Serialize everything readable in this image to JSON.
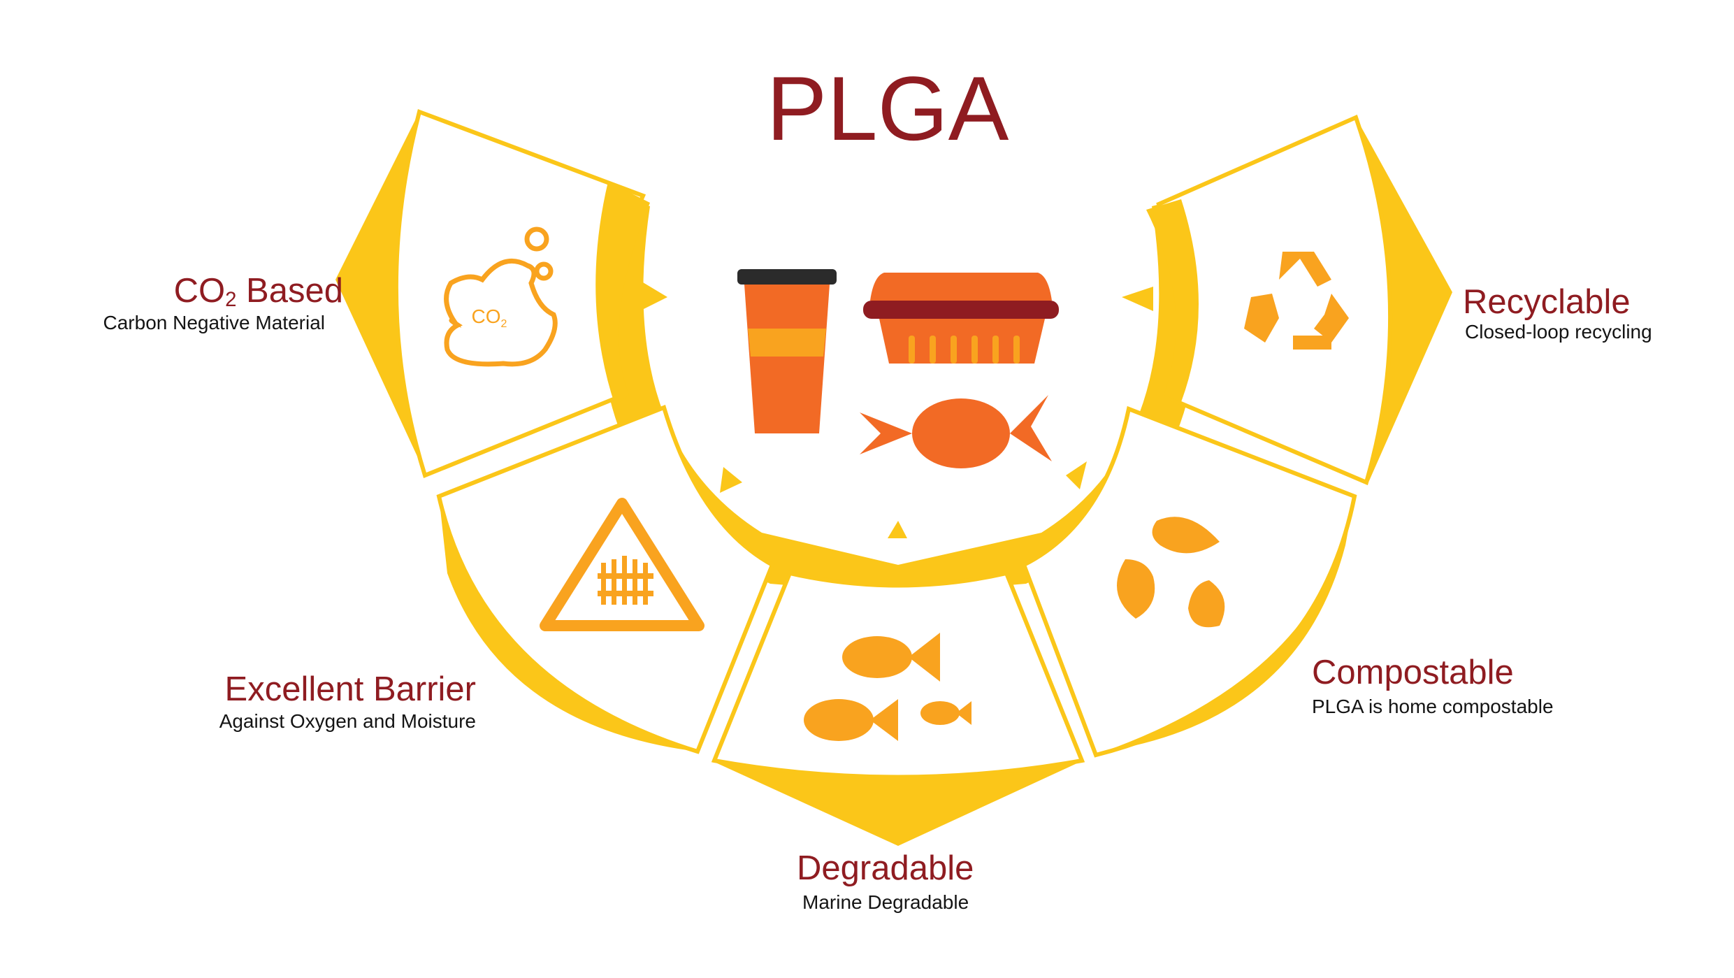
{
  "title": "PLGA",
  "colors": {
    "yellow": "#fbc619",
    "orange": "#f26a25",
    "amber": "#f9a31f",
    "dark_red": "#8f1c21",
    "text": "#141414"
  },
  "features": [
    {
      "title_main": "CO",
      "title_sub": "2",
      "title_rest": " Based",
      "subtitle": "Carbon Negative Material",
      "icon": "co2-cloud-icon",
      "icon_text_main": "CO",
      "icon_text_sub": "2"
    },
    {
      "title": "Excellent Barrier",
      "subtitle": "Against Oxygen and Moisture",
      "icon": "barrier-warning-icon"
    },
    {
      "title": "Degradable",
      "subtitle": "Marine Degradable",
      "icon": "fish-icon"
    },
    {
      "title": "Compostable",
      "subtitle": "PLGA is home compostable",
      "icon": "leaves-cycle-icon"
    },
    {
      "title": "Recyclable",
      "subtitle": "Closed-loop recycling",
      "icon": "recycle-icon"
    }
  ],
  "center_icons": [
    "coffee-cup-icon",
    "food-container-icon",
    "candy-icon"
  ]
}
